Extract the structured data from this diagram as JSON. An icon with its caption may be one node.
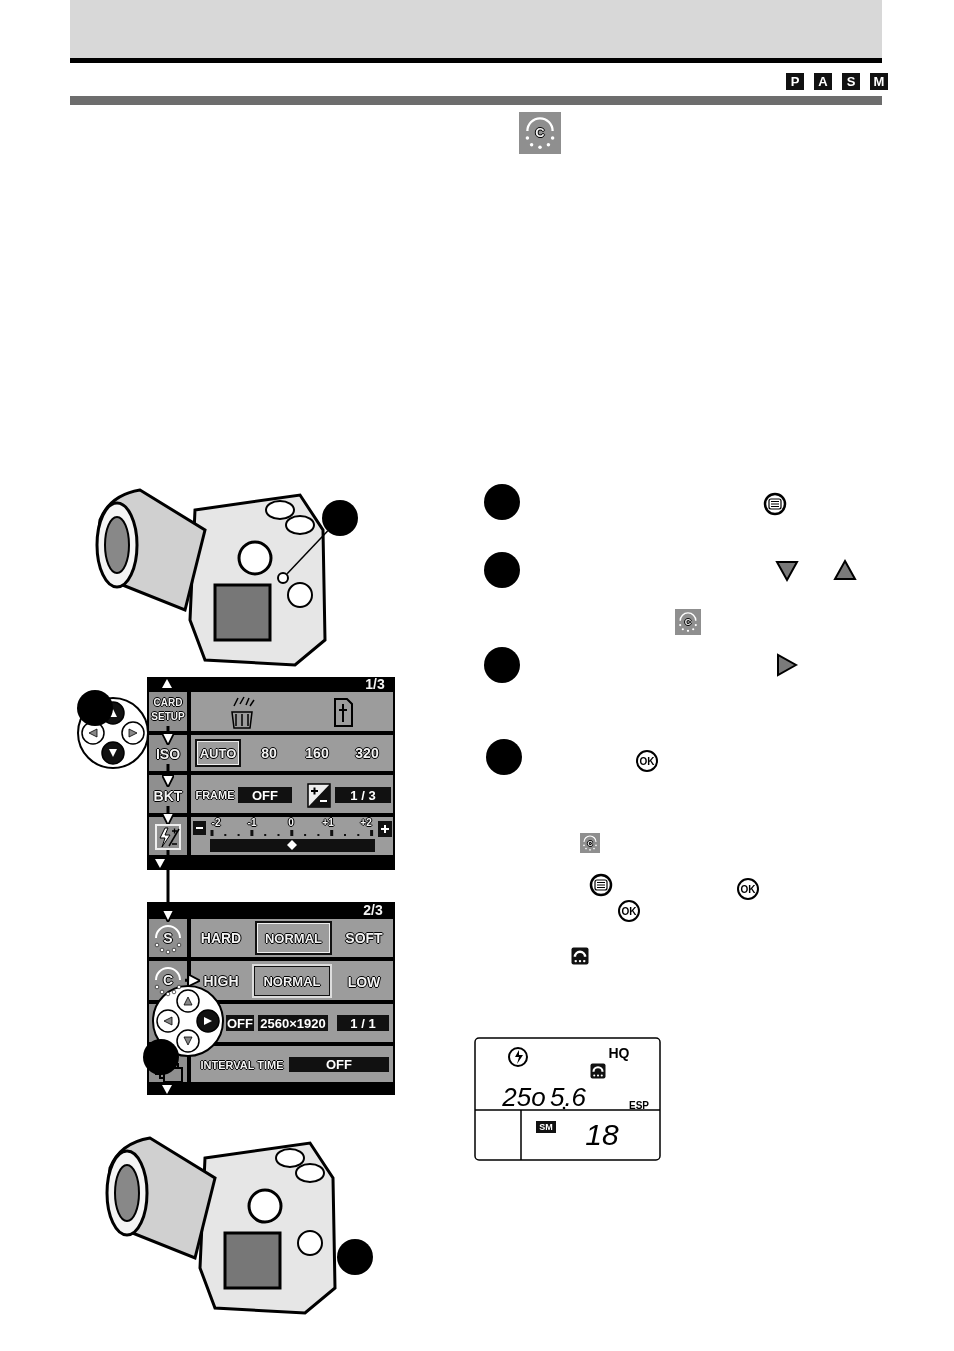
{
  "diagram": {
    "nodes": [
      {
        "text": [],
        "shape": "circle"
      },
      {
        "text": [],
        "shape": "circle"
      },
      {
        "text": [
          "CARD SETUP"
        ]
      },
      {
        "text": [
          "ISO"
        ]
      },
      {
        "text": [
          "BKT"
        ]
      },
      {
        "text": [],
        "shape": "box"
      },
      {
        "text": [
          "S"
        ]
      },
      {
        "text": [
          "C"
        ]
      },
      {
        "text": [
          "HIGH"
        ]
      },
      {
        "text": [],
        "shape": "circle"
      },
      {
        "text": [],
        "shape": "circle"
      },
      {
        "text": [],
        "shape": "circle"
      },
      {
        "text": [],
        "shape": "circle"
      },
      {
        "text": [],
        "shape": "circle"
      },
      {
        "text": [],
        "shape": "circle"
      },
      {
        "text": [],
        "shape": "circle"
      }
    ],
    "edges": [
      {
        "from": 0,
        "to": 1,
        "arrow": "none"
      },
      {
        "from": 2,
        "to": 3,
        "arrow": "to"
      },
      {
        "from": 3,
        "to": 4,
        "arrow": "to"
      },
      {
        "from": 4,
        "to": 5,
        "arrow": "to"
      },
      {
        "from": 5,
        "to": 6,
        "arrow": "to"
      },
      {
        "from": 7,
        "to": 8,
        "arrow": "to"
      }
    ],
    "labels": [
      "P",
      "A",
      "S",
      "M",
      "C",
      "C",
      "OK",
      "C",
      "OK",
      "OK",
      "1/3",
      "AUTO",
      "80",
      "160",
      "320",
      "FRAME",
      "OFF",
      "1 / 3",
      "-2",
      "-1",
      "0",
      "+1",
      "+2",
      "2/3",
      "HARD",
      "NORMAL",
      "SOFT",
      "NORMAL",
      "LOW",
      "OFF",
      "2560×1920",
      "1 / 1",
      "INTERVAL TIME",
      "OFF",
      "HQ",
      "25o",
      "5.6",
      "ESP",
      "SM",
      "18"
    ]
  }
}
